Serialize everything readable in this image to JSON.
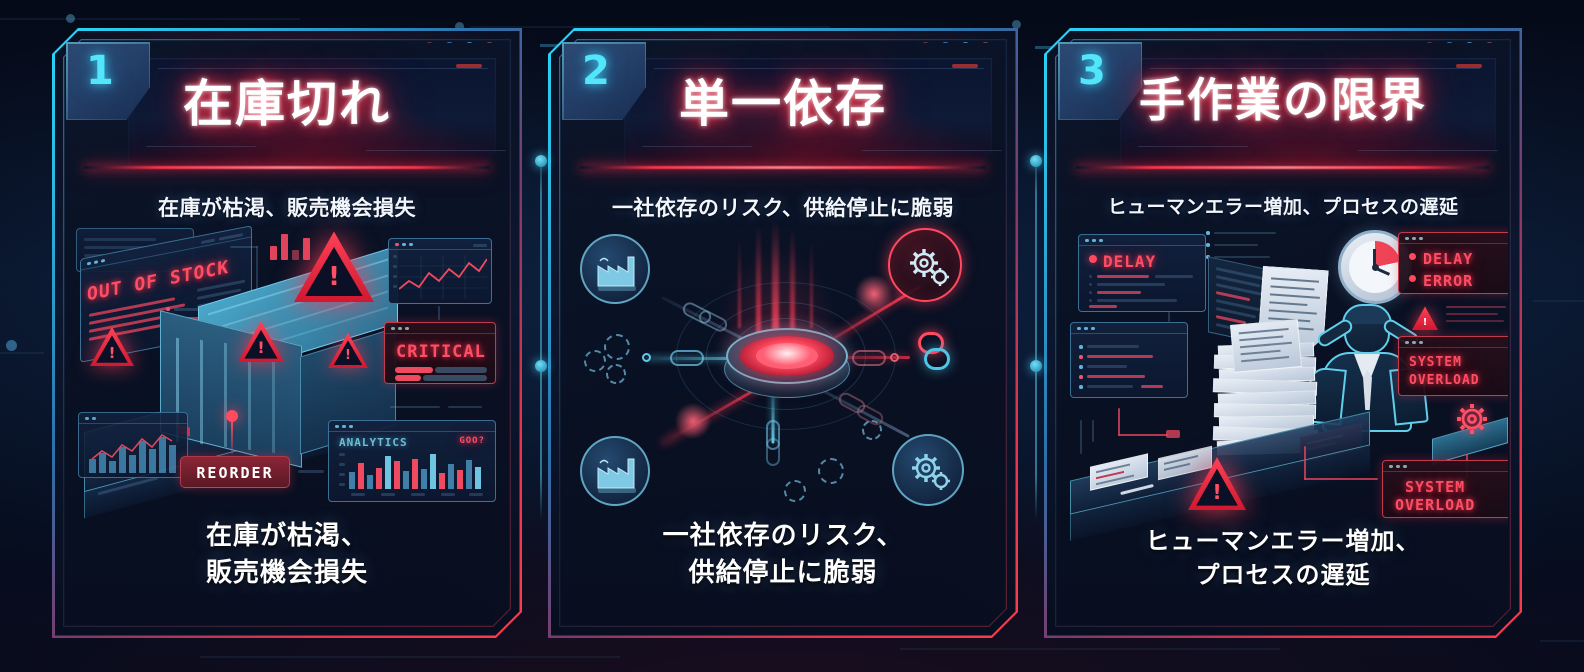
{
  "theme": {
    "accent_cyan": "#53e6fb",
    "accent_red": "#ff3b4e",
    "bg_dark": "#050a18",
    "text_light": "#ffffff"
  },
  "cards": [
    {
      "number": "1",
      "title": "在庫切れ",
      "subtitle": "在庫が枯渇、販売機会損失",
      "caption_line1": "在庫が枯渇、",
      "caption_line2": "販売機会損失",
      "art_labels": {
        "screen_alert": "OUT OF STOCK",
        "status_panel": "CRITICAL",
        "action_button": "REORDER",
        "analytics_panel": "ANALYTICS",
        "analytics_badge": "GOO?",
        "warn_glyph": "!"
      },
      "chart_bars": [
        34,
        52,
        30,
        44,
        70,
        58,
        38,
        62,
        46,
        74,
        40,
        56,
        48,
        66
      ],
      "line_points": [
        30,
        46,
        34,
        58,
        40,
        66,
        52,
        78,
        62,
        88
      ]
    },
    {
      "number": "2",
      "title": "単一依存",
      "subtitle": "一社依存のリスク、供給停止に脆弱",
      "caption_line1": "一社依存のリスク、",
      "caption_line2": "供給停止に脆弱",
      "art_labels": {
        "node_top_left": "factory-icon",
        "node_bottom_left": "factory-icon",
        "node_top_right": "gear-icon",
        "node_bottom_right": "gear-icon",
        "hub": "central-hub",
        "broken_link": "broken-chain-icon"
      }
    },
    {
      "number": "3",
      "title": "手作業の限界",
      "subtitle": "ヒューマンエラー増加、プロセスの遅延",
      "caption_line1": "ヒューマンエラー増加、",
      "caption_line2": "プロセスの遅延",
      "art_labels": {
        "panel_delay": "DELAY",
        "panel_delay_2": "DELAY",
        "panel_error": "ERROR",
        "panel_overload_top": "SYSTEM\nOVERLOAD",
        "panel_overload_top_l1": "SYSTEM",
        "panel_overload_top_l2": "OVERLOAD",
        "panel_overload_bottom_l1": "SYSTEM",
        "panel_overload_bottom_l2": "OVERLOAD",
        "clock": "clock-icon",
        "warn_glyph": "!"
      }
    }
  ],
  "dot_colors": [
    "#6e3a48",
    "#3f78b0",
    "#4a86b8",
    "#7b4a58"
  ]
}
